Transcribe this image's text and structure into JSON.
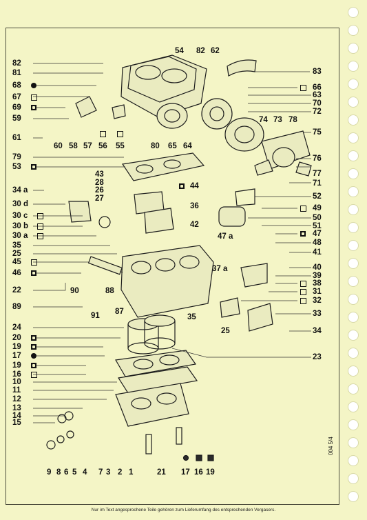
{
  "footer_note": "Nur im Text angesprochene Teile gehören zum Lieferumfang des entsprechenden Vergasers.",
  "page_number": "004 5/4",
  "colors": {
    "paper": "#f4f5c6",
    "ink": "#111111"
  },
  "legend_markers": {
    "dot": "filled-circle",
    "square": "open-square",
    "alt_square": "filled-square"
  },
  "left_callouts": [
    {
      "label": "82"
    },
    {
      "label": "81"
    },
    {
      "label": "68",
      "marker": "dot"
    },
    {
      "label": "67",
      "marker": "square"
    },
    {
      "label": "69",
      "marker": "asq"
    },
    {
      "label": "59"
    },
    {
      "label": "61"
    },
    {
      "label": "79"
    },
    {
      "label": "53",
      "marker": "asq"
    },
    {
      "label": "34 a"
    },
    {
      "label": "30 d"
    },
    {
      "label": "30 c",
      "marker": "square"
    },
    {
      "label": "30 b",
      "marker": "square"
    },
    {
      "label": "30 a",
      "marker": "square"
    },
    {
      "label": "35"
    },
    {
      "label": "25"
    },
    {
      "label": "45",
      "marker": "square"
    },
    {
      "label": "46",
      "marker": "asq"
    },
    {
      "label": "22"
    },
    {
      "label": "89"
    },
    {
      "label": "24"
    },
    {
      "label": "20",
      "marker": "asq"
    },
    {
      "label": "19",
      "marker": "asq"
    },
    {
      "label": "17",
      "marker": "dot"
    },
    {
      "label": "19",
      "marker": "asq"
    },
    {
      "label": "16",
      "marker": "square"
    },
    {
      "label": "10"
    },
    {
      "label": "11"
    },
    {
      "label": "12"
    },
    {
      "label": "13"
    },
    {
      "label": "14"
    },
    {
      "label": "15"
    }
  ],
  "right_callouts": [
    {
      "label": "83"
    },
    {
      "label": "66",
      "marker": "square"
    },
    {
      "label": "63"
    },
    {
      "label": "70"
    },
    {
      "label": "72"
    },
    {
      "label": "75"
    },
    {
      "label": "76"
    },
    {
      "label": "77"
    },
    {
      "label": "71"
    },
    {
      "label": "52"
    },
    {
      "label": "49",
      "marker": "square"
    },
    {
      "label": "50"
    },
    {
      "label": "51"
    },
    {
      "label": "47",
      "marker": "asq"
    },
    {
      "label": "48"
    },
    {
      "label": "41"
    },
    {
      "label": "40"
    },
    {
      "label": "39"
    },
    {
      "label": "38",
      "marker": "square"
    },
    {
      "label": "31",
      "marker": "square"
    },
    {
      "label": "32",
      "marker": "square"
    },
    {
      "label": "33"
    },
    {
      "label": "34"
    },
    {
      "label": "23"
    }
  ],
  "top_callouts": [
    {
      "label": "54"
    },
    {
      "label": "82"
    },
    {
      "label": "62"
    }
  ],
  "inner_callouts": [
    {
      "label": "74"
    },
    {
      "label": "73"
    },
    {
      "label": "78"
    },
    {
      "label": "60"
    },
    {
      "label": "58"
    },
    {
      "label": "57"
    },
    {
      "label": "56",
      "marker": "square"
    },
    {
      "label": "55",
      "marker": "square"
    },
    {
      "label": "80"
    },
    {
      "label": "65"
    },
    {
      "label": "64"
    },
    {
      "label": "43"
    },
    {
      "label": "28"
    },
    {
      "label": "26"
    },
    {
      "label": "27"
    },
    {
      "label": "44",
      "marker": "asq"
    },
    {
      "label": "36"
    },
    {
      "label": "42"
    },
    {
      "label": "47 a"
    },
    {
      "label": "37 a"
    },
    {
      "label": "90"
    },
    {
      "label": "88"
    },
    {
      "label": "91"
    },
    {
      "label": "87"
    },
    {
      "label": "35"
    },
    {
      "label": "25"
    }
  ],
  "bottom_callouts": [
    {
      "label": "9"
    },
    {
      "label": "8"
    },
    {
      "label": "6"
    },
    {
      "label": "5"
    },
    {
      "label": "4"
    },
    {
      "label": "7"
    },
    {
      "label": "3"
    },
    {
      "label": "2"
    },
    {
      "label": "1"
    },
    {
      "label": "21"
    },
    {
      "label": "17",
      "marker": "dot"
    },
    {
      "label": "16",
      "marker": "asq"
    },
    {
      "label": "19",
      "marker": "asq"
    }
  ]
}
